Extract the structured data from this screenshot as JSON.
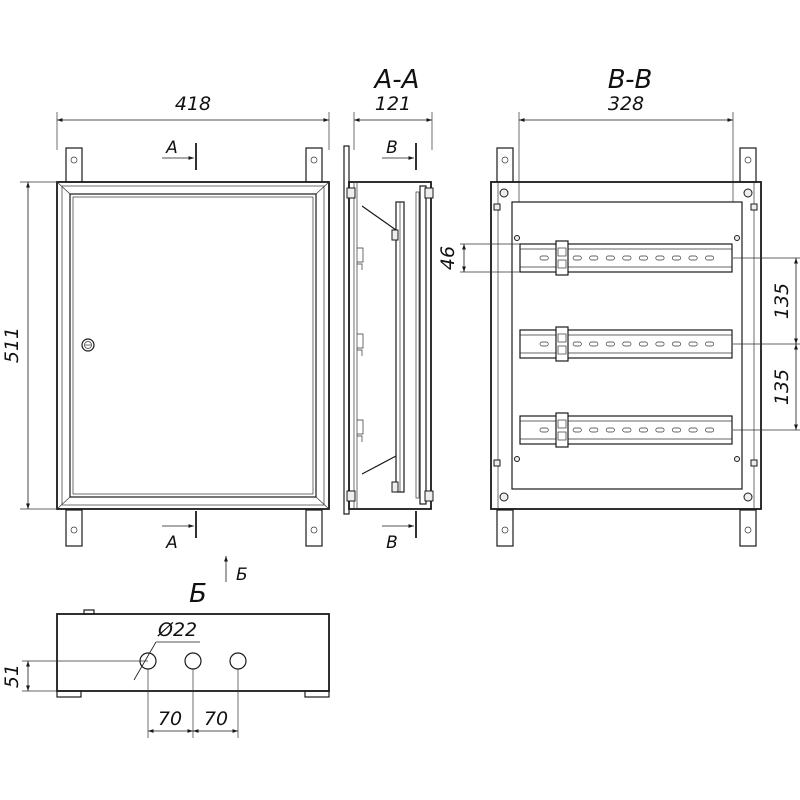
{
  "sections": {
    "aa": "A-A",
    "bb": "B-B",
    "b": "Б"
  },
  "dimensions": {
    "front_width": "418",
    "front_height": "511",
    "aa_depth": "121",
    "bb_width": "328",
    "rail_height": "46",
    "rail_pitch_1": "135",
    "rail_pitch_2": "135",
    "hole_diameter": "Ø22",
    "bottom_height": "51",
    "hole_pitch_1": "70",
    "hole_pitch_2": "70"
  },
  "cut_markers": {
    "a_top": "A",
    "a_bottom": "A",
    "b_top": "B",
    "b_bottom": "B",
    "view_arrow": "Б"
  },
  "din_rails": [
    {
      "slots": 11
    },
    {
      "slots": 11
    },
    {
      "slots": 11
    }
  ],
  "knockouts": [
    {
      "diameter_label": "Ø22"
    },
    {
      "diameter_label": ""
    },
    {
      "diameter_label": ""
    }
  ]
}
